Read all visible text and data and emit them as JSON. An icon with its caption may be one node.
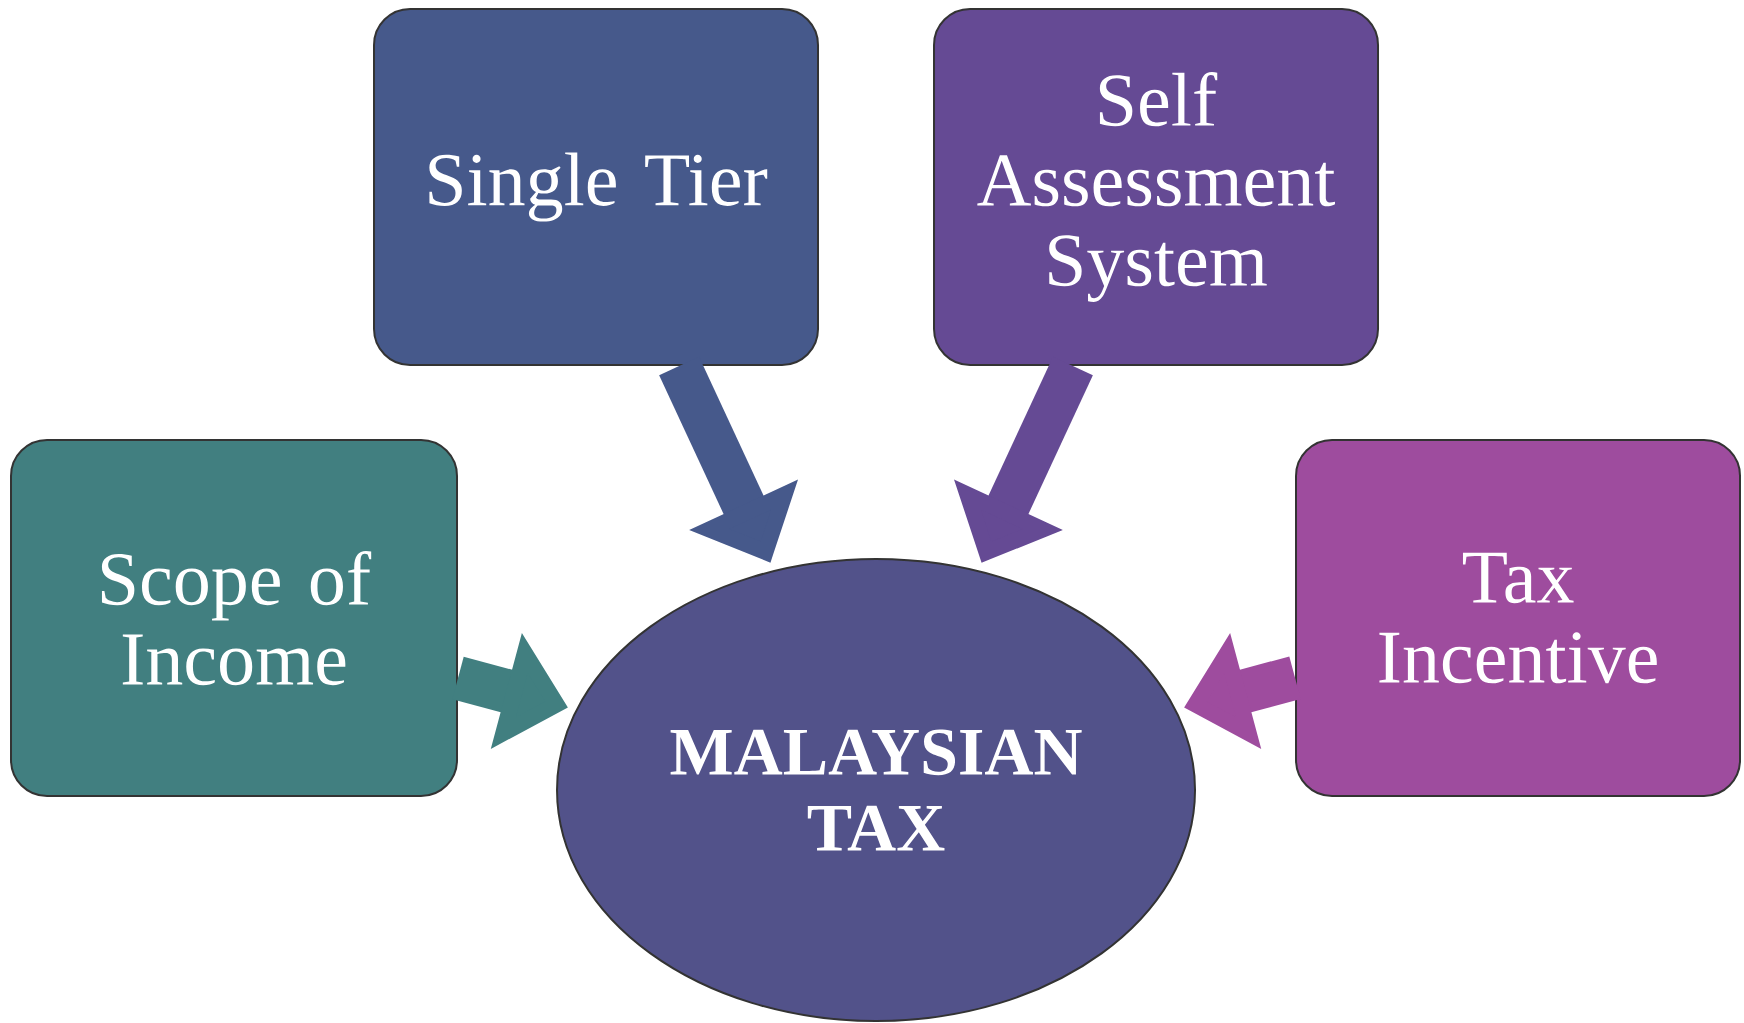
{
  "diagram": {
    "nodes": [
      {
        "text": [
          "Scope of Income"
        ]
      },
      {
        "text": [
          "Single Tier"
        ]
      },
      {
        "text": [
          "Self Assessment System"
        ]
      },
      {
        "text": [
          "Tax Incentive"
        ]
      },
      {
        "text": [
          "MALAYSIAN TAX"
        ]
      }
    ],
    "edges": [
      {
        "from": 0,
        "to": 4,
        "arrow": "to",
        "color": "#417f80"
      },
      {
        "from": 1,
        "to": 4,
        "arrow": "to",
        "color": "#46598b"
      },
      {
        "from": 2,
        "to": 4,
        "arrow": "to",
        "color": "#654a94"
      },
      {
        "from": 3,
        "to": 4,
        "arrow": "to",
        "color": "#9e4c9e"
      }
    ]
  }
}
